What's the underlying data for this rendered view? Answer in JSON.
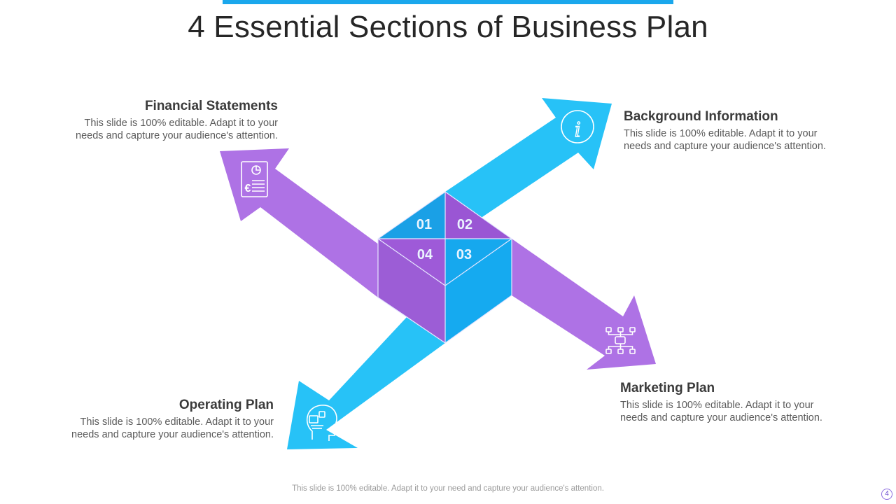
{
  "title": "4 Essential Sections of Business Plan",
  "colors": {
    "blue": "#1ab6f0",
    "blue_light": "#27c2f7",
    "purple": "#a66ee0",
    "purple_light": "#b175e6",
    "top_bar": "#1aa7ec"
  },
  "sections": [
    {
      "number": "01",
      "heading": "Financial Statements",
      "text_line1": "This slide is 100% editable. Adapt it to your",
      "text_line2": "needs and capture your audience's attention.",
      "icon": "financial-report-icon",
      "icon_symbol": "€"
    },
    {
      "number": "02",
      "heading": "Background Information",
      "text_line1": "This slide is 100% editable. Adapt it to your",
      "text_line2": "needs and capture your audience's attention.",
      "icon": "info-icon",
      "icon_symbol": "i"
    },
    {
      "number": "03",
      "heading": "Marketing Plan",
      "text_line1": "This slide is 100% editable. Adapt it to your",
      "text_line2": "needs and capture your audience's attention.",
      "icon": "hierarchy-network-icon"
    },
    {
      "number": "04",
      "heading": "Operating Plan",
      "text_line1": "This slide is 100% editable. Adapt it to your",
      "text_line2": "needs and capture your audience's attention.",
      "icon": "head-gears-icon"
    }
  ],
  "footer": "This slide is 100% editable. Adapt it to your need and capture your audience's attention.",
  "page_number": "4"
}
